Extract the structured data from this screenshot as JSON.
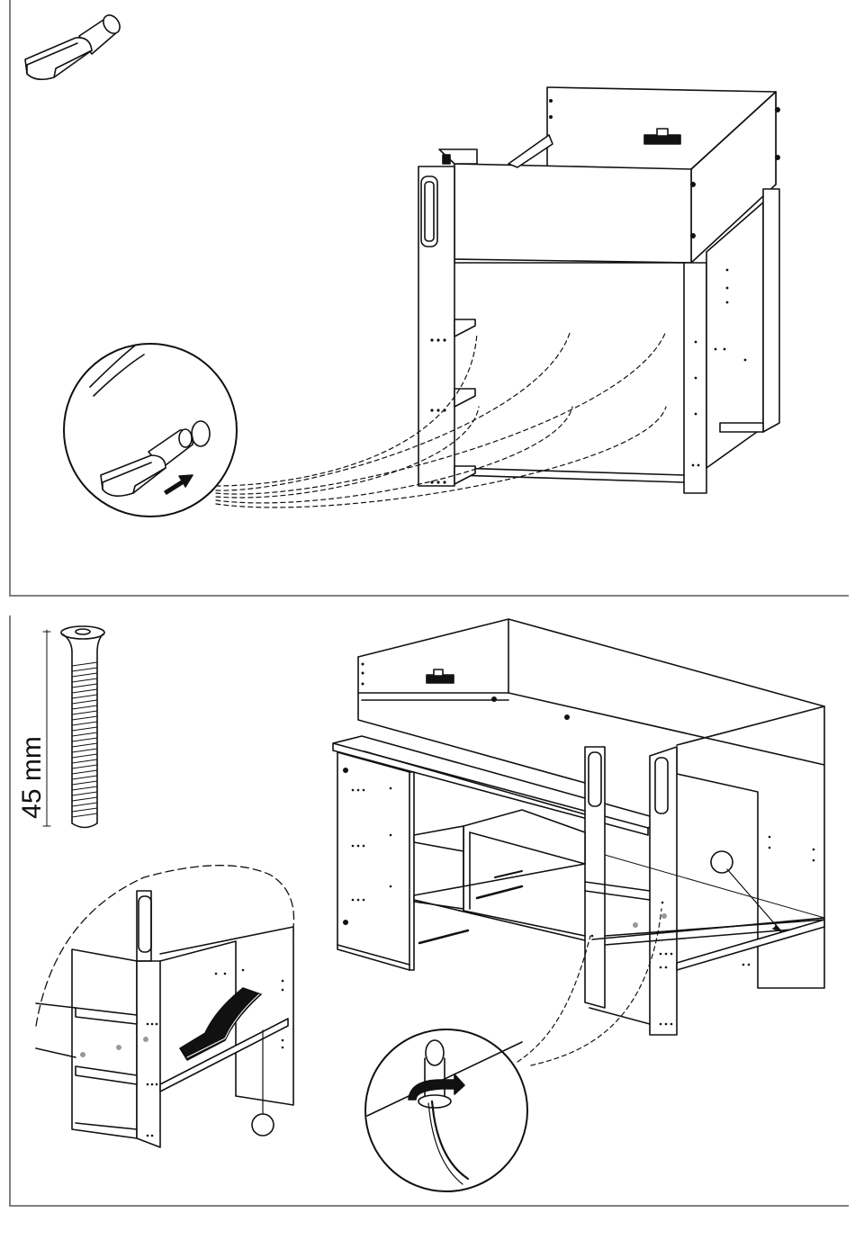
{
  "step_top": {
    "part": "shelf-support-pin"
  },
  "step_bottom": {
    "part": "screw",
    "screw_length_label": "45 mm"
  }
}
